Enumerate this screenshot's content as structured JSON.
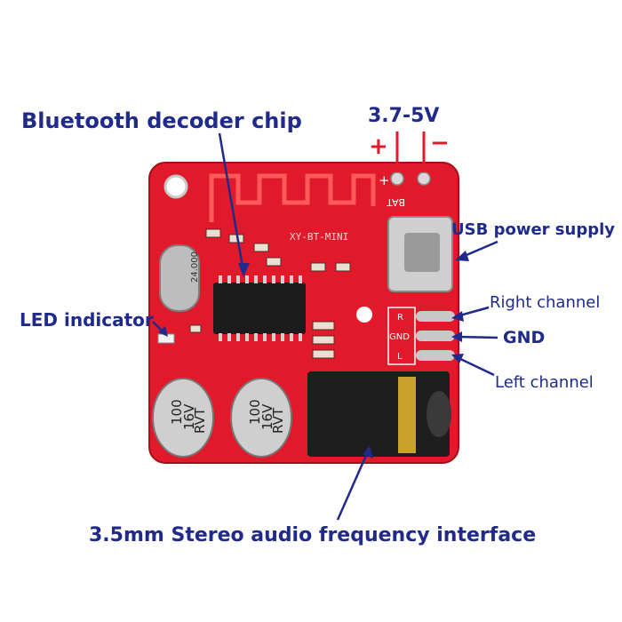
{
  "labels": {
    "chip": "Bluetooth decoder chip",
    "voltage": "3.7-5V",
    "plus": "+",
    "minus": "−",
    "usb": "USB power supply",
    "right": "Right channel",
    "gnd": "GND",
    "left": "Left channel",
    "led": "LED indicator",
    "jack": "3.5mm Stereo audio frequency interface"
  },
  "board": {
    "model": "XY-BT-MINI",
    "bat_label": "BAT",
    "pin_plus": "+",
    "pin_minus": "−",
    "crystal": "24.000",
    "pad_r": "R",
    "pad_gnd": "GND",
    "pad_l": "L",
    "cap1_lines": [
      "100",
      "16V",
      "RVT"
    ],
    "cap2_lines": [
      "100",
      "16V",
      "RVT"
    ]
  },
  "colors": {
    "pcb": "#e01a2a",
    "pcb_dark": "#b3121e",
    "annotation": "#1f2a8a",
    "polarity": "#e01a2a"
  }
}
